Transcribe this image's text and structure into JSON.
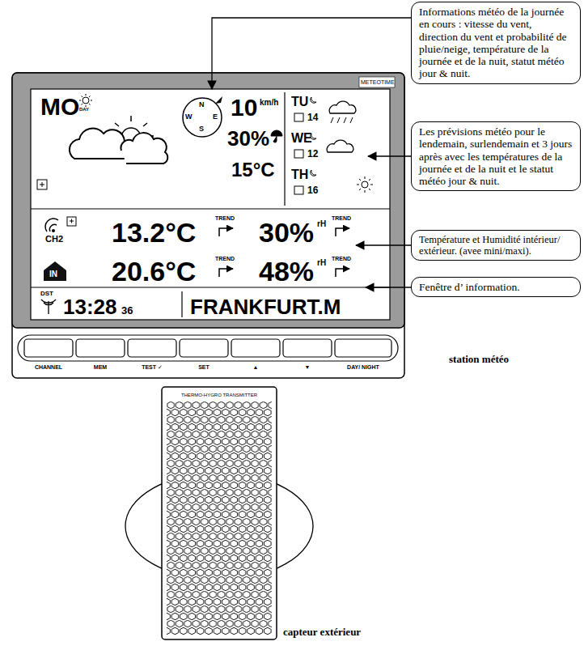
{
  "diagram": {
    "nodes": [
      {
        "text": [
          "Informations météo de la journée en cours : vitesse du vent, direction du vent et probabilité de pluie/neige, température de la journée et de la nuit, statut météo jour & nuit."
        ]
      },
      {
        "text": [
          "Les prévisions météo pour le lendemain, surlendemain et 3 jours après avec les températures de la journée et de la nuit et le statut météo jour & nuit."
        ]
      },
      {
        "text": [
          "Température et Humidité intérieur/ extérieur. (avee mini/maxi)."
        ]
      },
      {
        "text": [
          "Fenêtre d’ information."
        ]
      }
    ],
    "labels": [
      "MO",
      "DAY",
      "N",
      "E",
      "S",
      "W",
      "10",
      "km/h",
      "30%",
      "15°C",
      "TU",
      "14",
      "WE",
      "12",
      "TH",
      "16",
      "METEOTIME",
      "CH2",
      "TREND",
      "13.2°C",
      "TREND",
      "30%",
      "rH",
      "IN",
      "TREND",
      "20.6°C",
      "TREND",
      "48%",
      "rH",
      "DST",
      "13:28",
      "36",
      "FRANKFURT.M",
      "CHANNEL",
      "MEM",
      "TEST ✓",
      "SET",
      "▲",
      "▼",
      "DAY/ NIGHT",
      "station météo",
      "THERMO-HYGRO TRANSMITTER",
      "capteur extérieur"
    ]
  }
}
